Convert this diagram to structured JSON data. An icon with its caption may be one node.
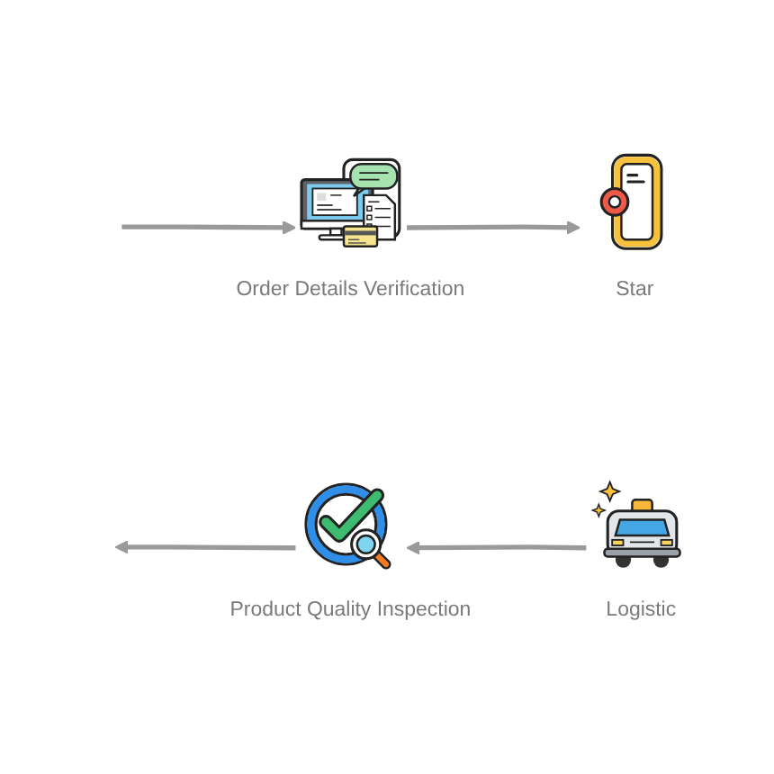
{
  "diagram": {
    "nodes": [
      {
        "text": [
          "Order Details Verification"
        ]
      },
      {
        "text": [
          "Star"
        ]
      },
      {
        "text": [
          "Product Quality Inspection"
        ]
      },
      {
        "text": [
          "Logistic"
        ]
      }
    ],
    "edges": [
      {
        "from": null,
        "to": 0,
        "arrow": "to"
      },
      {
        "from": 0,
        "to": 1,
        "arrow": "to"
      },
      {
        "from": 3,
        "to": 2,
        "arrow": "to"
      },
      {
        "from": 2,
        "to": null,
        "arrow": "to"
      }
    ]
  }
}
